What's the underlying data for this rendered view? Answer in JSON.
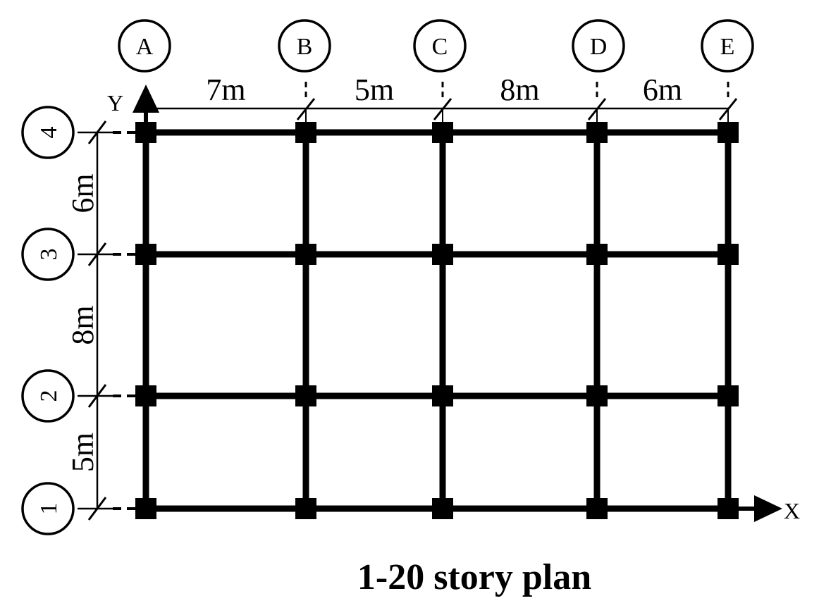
{
  "diagram": {
    "title": "1-20 story plan",
    "x_axis_label": "X",
    "y_axis_label": "Y",
    "column_grid": [
      {
        "label": "A"
      },
      {
        "label": "B"
      },
      {
        "label": "C"
      },
      {
        "label": "D"
      },
      {
        "label": "E"
      }
    ],
    "row_grid": [
      {
        "label": "1"
      },
      {
        "label": "2"
      },
      {
        "label": "3"
      },
      {
        "label": "4"
      }
    ],
    "x_spans": [
      {
        "between": "A-B",
        "text": "7m",
        "value_m": 7
      },
      {
        "between": "B-C",
        "text": "5m",
        "value_m": 5
      },
      {
        "between": "C-D",
        "text": "8m",
        "value_m": 8
      },
      {
        "between": "D-E",
        "text": "6m",
        "value_m": 6
      }
    ],
    "y_spans": [
      {
        "between": "1-2",
        "text": "5m",
        "value_m": 5
      },
      {
        "between": "2-3",
        "text": "8m",
        "value_m": 8
      },
      {
        "between": "3-4",
        "text": "6m",
        "value_m": 6
      }
    ],
    "colors": {
      "line": "#000000",
      "background": "#ffffff"
    }
  }
}
